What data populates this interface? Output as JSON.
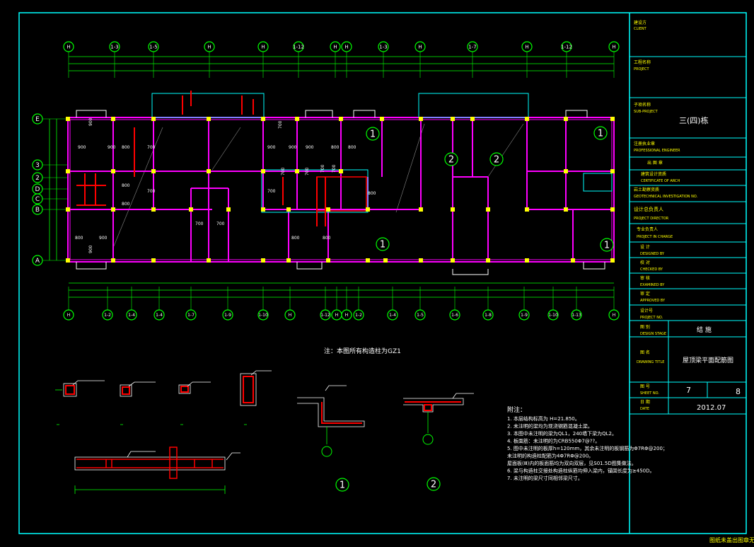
{
  "drawing": {
    "axis_labels_top": [
      "H",
      "1-3",
      "1-5",
      "H",
      "H",
      "1-12",
      "H",
      "H",
      "1-3",
      "H",
      "1-7",
      "H",
      "1-12",
      "H"
    ],
    "axis_labels_bottom": [
      "H",
      "1-2",
      "1-4",
      "1-4",
      "1-7",
      "1-9",
      "1-10",
      "H",
      "1-12",
      "H",
      "H",
      "1-2",
      "1-4",
      "1-5",
      "1-6",
      "1-8",
      "1-9",
      "1-10",
      "1-13",
      "H"
    ],
    "axis_labels_left": [
      "E",
      "3",
      "2",
      "D",
      "C",
      "B",
      "A"
    ],
    "section_markers_plan": [
      "1",
      "1",
      "2",
      "2",
      "1",
      "1"
    ],
    "dimension_labels": [
      "900",
      "900",
      "900",
      "800",
      "700",
      "900",
      "900",
      "900",
      "800",
      "800",
      "800",
      "800",
      "700",
      "700",
      "800",
      "800",
      "800",
      "800",
      "900",
      "900"
    ],
    "note_title": "注：本图所有构造柱为GZ1",
    "detail_markers": [
      "1",
      "2"
    ],
    "notes": {
      "heading": "附注：",
      "lines": [
        "1. 本层结构标高为 H=21.850。",
        "2. 未注明的梁均为现浇钢筋混凝土梁。",
        "3. 本图中未注明的梁为QL1，240墙下梁为QL2。",
        "4. 板面筋：未注明的为CRB550Φ7@??。",
        "5. 图中未注明的板厚h=120mm，其余未注明的板钢筋为Φ7RΦ@200；",
        "   未注明的构造柱配筋为4Φ7RΦ@200。",
        "   屋面板(Ⅲ)内的板面筋均为双向双层，见S01.5D图集做法。",
        "6. 梁与构造柱交接处构造柱纵筋均伸入梁内，锚固长度为≥450D。",
        "7. 未注明的梁尺寸同相邻梁尺寸。"
      ]
    }
  },
  "title_block": {
    "client_cn": "建设方",
    "client_en": "CLIENT",
    "project_cn": "工程名称",
    "project_en": "PROJECT",
    "subproject_cn": "子项名称",
    "subproject_en": "SUB-PROJECT",
    "subproject_value": "三(四)栋",
    "reg_arch_cn": "注册执业章",
    "reg_arch_en": "PROFESSIONAL ENGINEER",
    "stamp_cn": "出 图 章",
    "cert_cn": "建筑设计资质",
    "cert_en": "CERTIFICATE OF ARCH",
    "cert2_cn": "岩土勘察资质",
    "cert2_en": "GEOTECHNICAL INVESTIGATION NO.",
    "director_cn": "设计总负责人",
    "director_en": "PROJECT DIRECTOR",
    "discipline_lead_cn": "专业负责人",
    "discipline_lead_en": "PROJECT IN CHARGE",
    "designer_cn": "设 计",
    "designer_en": "DESIGNED BY",
    "checker_cn": "校 对",
    "checker_en": "CHECKED BY",
    "reviewer_cn": "审 核",
    "reviewer_en": "EXAMINED BY",
    "approver_cn": "审 定",
    "approver_en": "APPROVED BY",
    "design_no_cn": "设计号",
    "design_no_en": "PROJECT NO.",
    "phase_cn": "图 别",
    "phase_en": "DESIGN STAGE",
    "phase_value": "结 施",
    "title_cn": "图 名",
    "title_en": "DRAWING TITLE",
    "title_value": "屋顶梁平面配筋图",
    "sheet_cn": "图 号",
    "sheet_en": "SHEET NO.",
    "sheet_value": "7",
    "sheet_total": "8",
    "date_cn": "日 期",
    "date_en": "DATE",
    "date_value": "2012.07",
    "footer": "图纸未盖出图章无效"
  },
  "colors": {
    "background": "#000000",
    "frame": "#00ffff",
    "grid": "#00ff00",
    "beam": "#ff00ff",
    "rebar": "#ff0000",
    "column": "#ffff00",
    "text": "#ffffff"
  }
}
